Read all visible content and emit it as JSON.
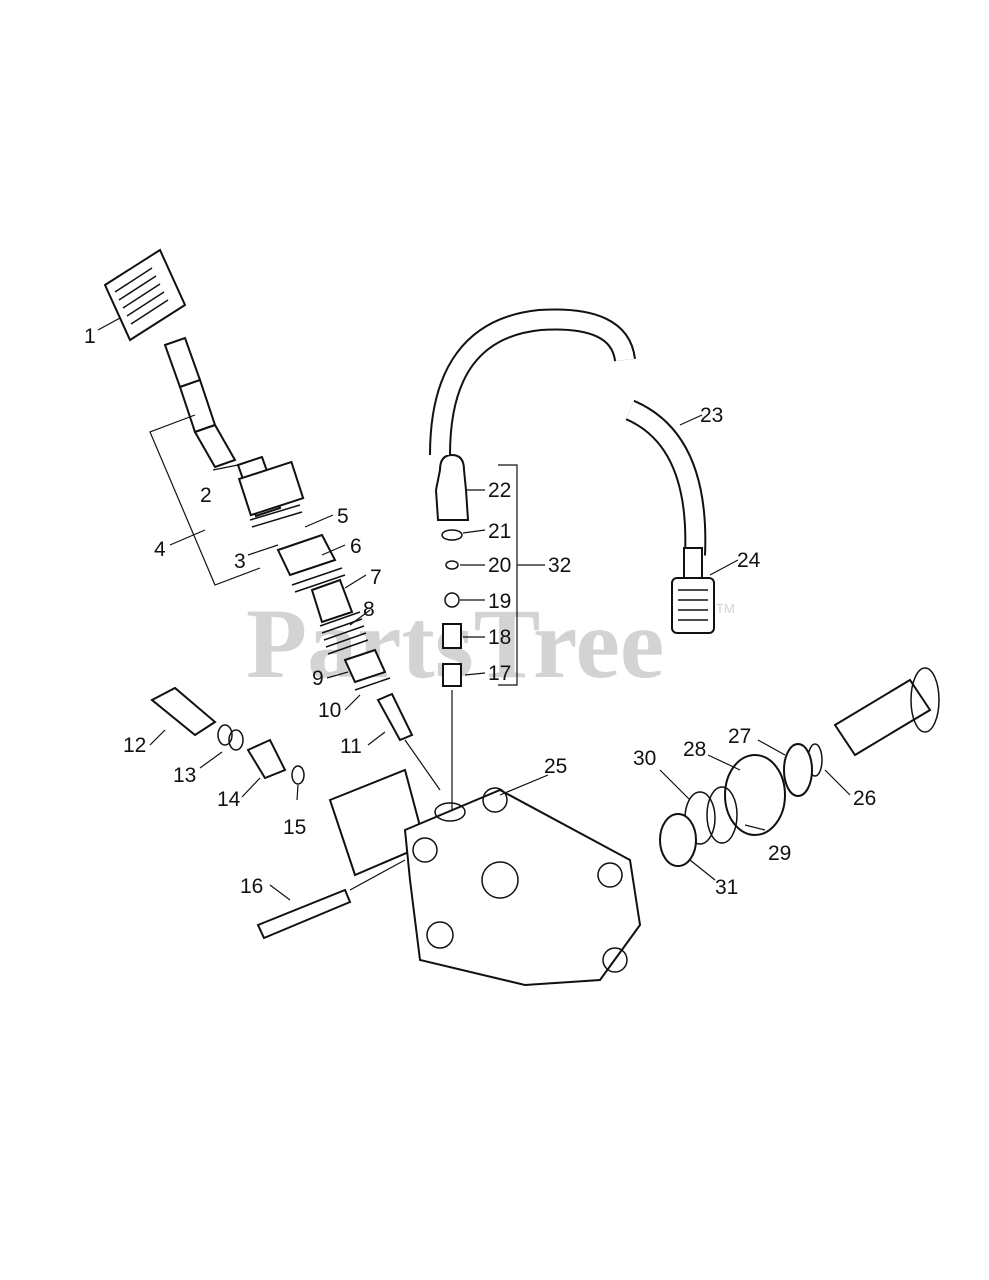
{
  "watermark": {
    "text": "PartsTree",
    "trademark": "TM"
  },
  "callouts": [
    {
      "id": "c1",
      "text": "1"
    },
    {
      "id": "c2",
      "text": "2"
    },
    {
      "id": "c3",
      "text": "3"
    },
    {
      "id": "c4",
      "text": "4"
    },
    {
      "id": "c5",
      "text": "5"
    },
    {
      "id": "c6",
      "text": "6"
    },
    {
      "id": "c7",
      "text": "7"
    },
    {
      "id": "c8",
      "text": "8"
    },
    {
      "id": "c9",
      "text": "9"
    },
    {
      "id": "c10",
      "text": "10"
    },
    {
      "id": "c11",
      "text": "11"
    },
    {
      "id": "c12",
      "text": "12"
    },
    {
      "id": "c13",
      "text": "13"
    },
    {
      "id": "c14",
      "text": "14"
    },
    {
      "id": "c15",
      "text": "15"
    },
    {
      "id": "c16",
      "text": "16"
    },
    {
      "id": "c17",
      "text": "17"
    },
    {
      "id": "c18",
      "text": "18"
    },
    {
      "id": "c19",
      "text": "19"
    },
    {
      "id": "c20",
      "text": "20"
    },
    {
      "id": "c21",
      "text": "21"
    },
    {
      "id": "c22",
      "text": "22"
    },
    {
      "id": "c23",
      "text": "23"
    },
    {
      "id": "c24",
      "text": "24"
    },
    {
      "id": "c25",
      "text": "25"
    },
    {
      "id": "c26",
      "text": "26"
    },
    {
      "id": "c27",
      "text": "27"
    },
    {
      "id": "c28",
      "text": "28"
    },
    {
      "id": "c29",
      "text": "29"
    },
    {
      "id": "c30",
      "text": "30"
    },
    {
      "id": "c31",
      "text": "31"
    },
    {
      "id": "c32",
      "text": "32"
    }
  ]
}
